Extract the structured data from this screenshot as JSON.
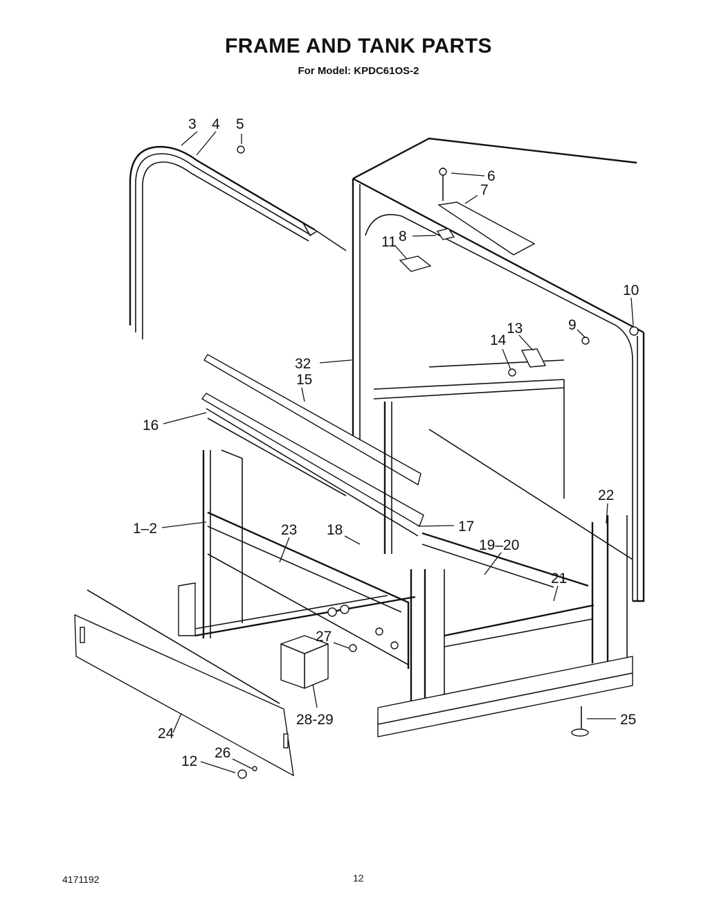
{
  "title": "FRAME AND TANK PARTS",
  "subtitle": "For Model: KPDC61OS-2",
  "doc_number": "4171192",
  "page_number": "12",
  "callouts": [
    {
      "id": "c3",
      "label": "3"
    },
    {
      "id": "c4",
      "label": "4"
    },
    {
      "id": "c5",
      "label": "5"
    },
    {
      "id": "c6",
      "label": "6"
    },
    {
      "id": "c7",
      "label": "7"
    },
    {
      "id": "c8",
      "label": "8"
    },
    {
      "id": "c11",
      "label": "11"
    },
    {
      "id": "c10",
      "label": "10"
    },
    {
      "id": "c9",
      "label": "9"
    },
    {
      "id": "c13",
      "label": "13"
    },
    {
      "id": "c14",
      "label": "14"
    },
    {
      "id": "c32",
      "label": "32"
    },
    {
      "id": "c15",
      "label": "15"
    },
    {
      "id": "c16",
      "label": "16"
    },
    {
      "id": "c22",
      "label": "22"
    },
    {
      "id": "c1-2",
      "label": "1–2"
    },
    {
      "id": "c23",
      "label": "23"
    },
    {
      "id": "c18",
      "label": "18"
    },
    {
      "id": "c17",
      "label": "17"
    },
    {
      "id": "c19-20",
      "label": "19–20"
    },
    {
      "id": "c21",
      "label": "21"
    },
    {
      "id": "c27",
      "label": "27"
    },
    {
      "id": "c25",
      "label": "25"
    },
    {
      "id": "c28-29",
      "label": "28-29"
    },
    {
      "id": "c24",
      "label": "24"
    },
    {
      "id": "c12",
      "label": "12"
    },
    {
      "id": "c26",
      "label": "26"
    }
  ]
}
